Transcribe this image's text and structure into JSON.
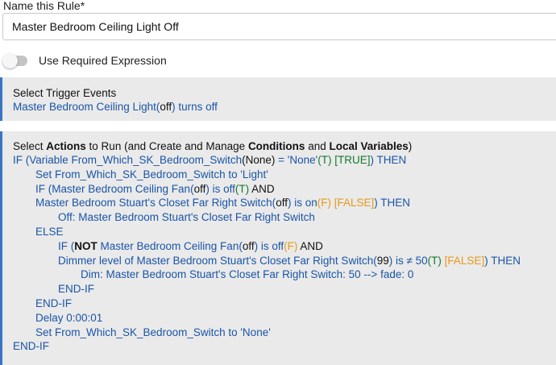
{
  "rule_name": {
    "label": "Name this Rule*",
    "value": "Master Bedroom Ceiling Light Off"
  },
  "required_expression": {
    "label": "Use Required Expression",
    "enabled": false
  },
  "trigger": {
    "title": "Select Trigger Events",
    "device": "Master Bedroom Ceiling Light",
    "state_open": "(",
    "state": "off",
    "state_close": ")",
    "action_text": " turns off"
  },
  "actions": {
    "title_1": "Select ",
    "title_2": "Actions",
    "title_3": " to Run (and Create and Manage ",
    "title_4": "Conditions",
    "title_5": " and ",
    "title_6": "Local Variables",
    "title_7": ")",
    "l1": {
      "a": "IF (Variable From_Which_SK_Bedroom_Switch",
      "b": "(None)",
      "c": " = 'None'",
      "d": "(T)",
      "e": " [TRUE]",
      "f": ") THEN"
    },
    "l2": {
      "a": "Set From_Which_SK_Bedroom_Switch to 'Light'"
    },
    "l3": {
      "a": "IF (Master Bedroom Ceiling Fan(",
      "b": "off",
      "c": ") is off",
      "d": "(T)",
      "e": "  AND"
    },
    "l4": {
      "a": "Master Bedroom Stuart's Closet Far Right Switch(",
      "b": "off",
      "c": ") is on",
      "d": "(F)",
      "e": " [FALSE]",
      "f": ") THEN"
    },
    "l5": {
      "a": "Off: Master Bedroom Stuart's Closet Far Right Switch"
    },
    "l6": {
      "a": "ELSE"
    },
    "l7": {
      "a": "IF (",
      "b": "NOT",
      "c": " Master Bedroom Ceiling Fan(",
      "d": "off",
      "e": ") is off",
      "f": "(F)",
      "g": "  AND"
    },
    "l8": {
      "a": "Dimmer level of Master Bedroom Stuart's Closet Far Right Switch(",
      "b": "99",
      "c": ") is ≠ 50",
      "d": "(T)",
      "e": " [FALSE]",
      "f": ") THEN"
    },
    "l9": {
      "a": "Dim: Master Bedroom Stuart's Closet Far Right Switch: 50 --> fade: 0"
    },
    "l10": {
      "a": "END-IF"
    },
    "l11": {
      "a": "END-IF"
    },
    "l12": {
      "a": "Delay 0:00:01"
    },
    "l13": {
      "a": "Set From_Which_SK_Bedroom_Switch to 'None'"
    },
    "l14": {
      "a": "END-IF"
    }
  },
  "colors": {
    "link": "#1a55a8",
    "true": "#137a2b",
    "false": "#e69a18",
    "card_border": "#3a75c4",
    "card_bg": "#eaeaea"
  }
}
